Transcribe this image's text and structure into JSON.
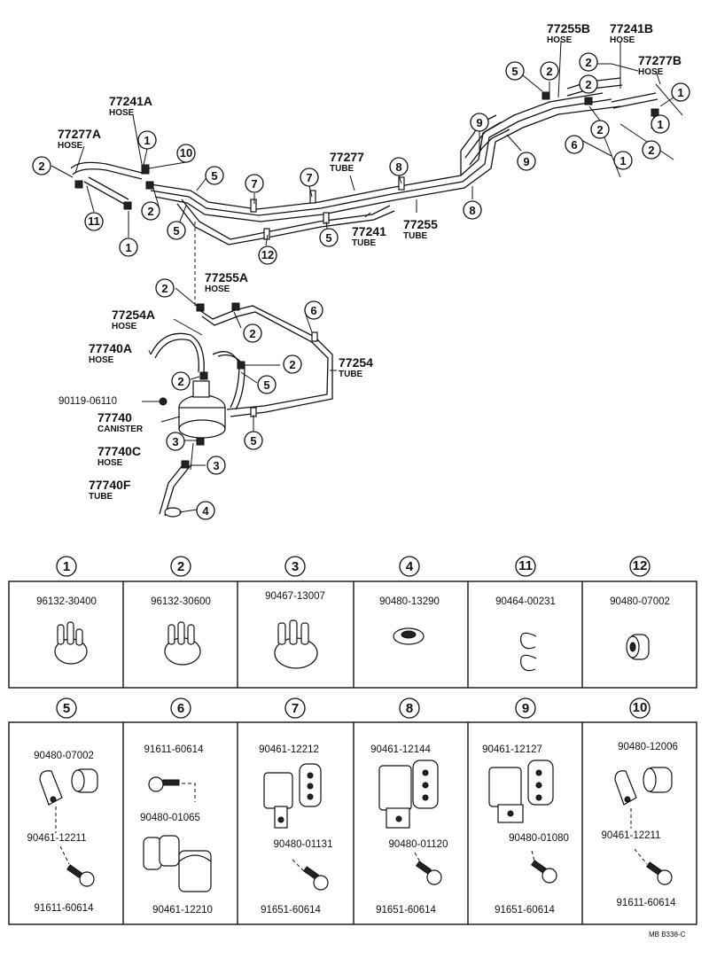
{
  "callouts": [
    {
      "label": "77241A",
      "desc": "HOSE"
    },
    {
      "label": "77277A",
      "desc": "HOSE"
    },
    {
      "label": "77255B",
      "desc": "HOSE"
    },
    {
      "label": "77241B",
      "desc": "HOSE"
    },
    {
      "label": "77277B",
      "desc": "HOSE"
    },
    {
      "label": "77277",
      "desc": "TUBE"
    },
    {
      "label": "77241",
      "desc": "TUBE"
    },
    {
      "label": "77255",
      "desc": "TUBE"
    },
    {
      "label": "77255A",
      "desc": "HOSE"
    },
    {
      "label": "77254A",
      "desc": "HOSE"
    },
    {
      "label": "77740A",
      "desc": "HOSE"
    },
    {
      "label": "77254",
      "desc": "TUBE"
    },
    {
      "label": "77740",
      "desc": "CANISTER"
    },
    {
      "label": "77740C",
      "desc": "HOSE"
    },
    {
      "label": "77740F",
      "desc": "TUBE"
    }
  ],
  "bolt_label": "90119-06110",
  "circle_nums": [
    "1",
    "2",
    "3",
    "4",
    "5",
    "6",
    "7",
    "8",
    "9",
    "10",
    "11",
    "12"
  ],
  "key_top": [
    {
      "num": "1",
      "part": "96132-30400"
    },
    {
      "num": "2",
      "part": "96132-30600"
    },
    {
      "num": "3",
      "part": "90467-13007"
    },
    {
      "num": "4",
      "part": "90480-13290"
    },
    {
      "num": "11",
      "part": "90464-00231"
    },
    {
      "num": "12",
      "part": "90480-07002"
    }
  ],
  "key_bottom": [
    {
      "num": "5",
      "parts": [
        "90480-07002",
        "90461-12211",
        "91611-60614"
      ]
    },
    {
      "num": "6",
      "parts": [
        "91611-60614",
        "90480-01065",
        "90461-12210"
      ]
    },
    {
      "num": "7",
      "parts": [
        "90461-12212",
        "90480-01131",
        "91651-60614"
      ]
    },
    {
      "num": "8",
      "parts": [
        "90461-12144",
        "90480-01120",
        "91651-60614"
      ]
    },
    {
      "num": "9",
      "parts": [
        "90461-12127",
        "90480-01080",
        "91651-60614"
      ]
    },
    {
      "num": "10",
      "parts": [
        "90480-12006",
        "90461-12211",
        "91611-60614"
      ]
    }
  ],
  "footer": "MB  B338-C"
}
